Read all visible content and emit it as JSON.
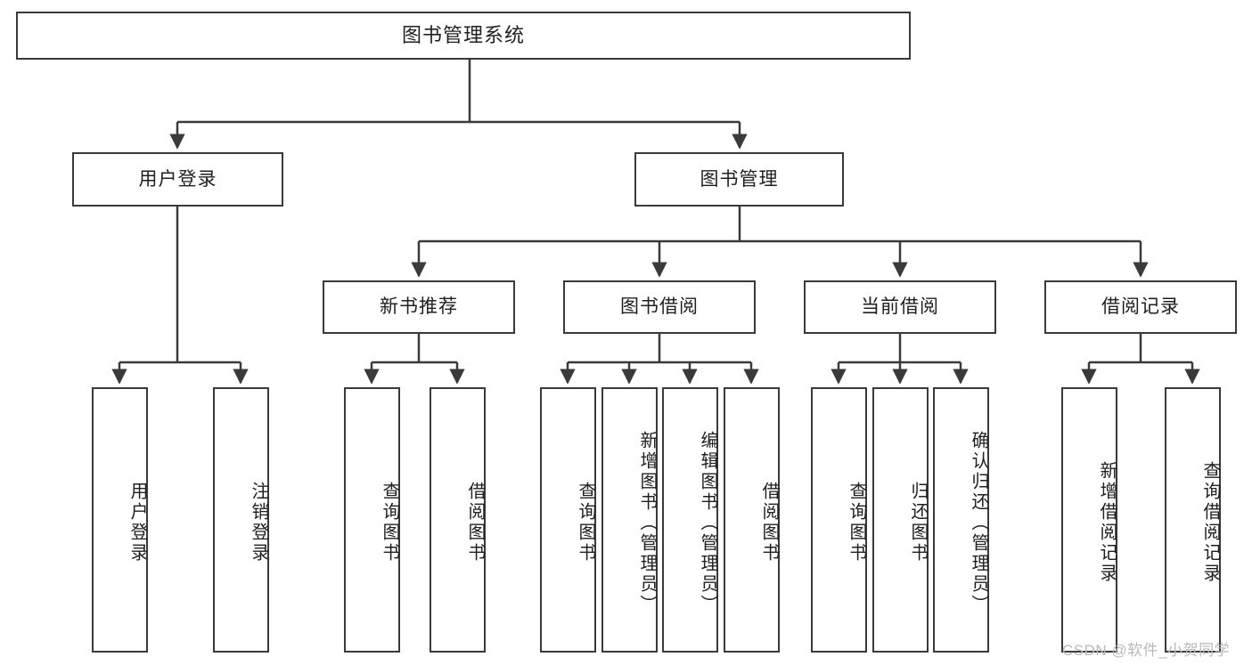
{
  "diagram": {
    "title": "图书管理系统",
    "type": "hierarchy-tree",
    "root": {
      "id": "root",
      "label": "图书管理系统"
    },
    "level2": [
      {
        "id": "user-login",
        "label": "用户登录"
      },
      {
        "id": "book-manage",
        "label": "图书管理"
      }
    ],
    "level3": [
      {
        "id": "new-book-rec",
        "label": "新书推荐",
        "parent": "book-manage"
      },
      {
        "id": "book-borrow",
        "label": "图书借阅",
        "parent": "book-manage"
      },
      {
        "id": "current-borrow",
        "label": "当前借阅",
        "parent": "book-manage"
      },
      {
        "id": "borrow-record",
        "label": "借阅记录",
        "parent": "book-manage"
      }
    ],
    "leaves": [
      {
        "id": "leaf-user-login",
        "label": "用户登录",
        "parent": "user-login"
      },
      {
        "id": "leaf-user-logout",
        "label": "注销登录",
        "parent": "user-login"
      },
      {
        "id": "leaf-query-book-1",
        "label": "查询图书",
        "parent": "new-book-rec"
      },
      {
        "id": "leaf-borrow-book-1",
        "label": "借阅图书",
        "parent": "new-book-rec"
      },
      {
        "id": "leaf-query-book-2",
        "label": "查询图书",
        "parent": "book-borrow"
      },
      {
        "id": "leaf-add-book",
        "label": "新增图书（管理员）",
        "parent": "book-borrow"
      },
      {
        "id": "leaf-edit-book",
        "label": "编辑图书（管理员）",
        "parent": "book-borrow"
      },
      {
        "id": "leaf-borrow-book-2",
        "label": "借阅图书",
        "parent": "book-borrow"
      },
      {
        "id": "leaf-query-book-3",
        "label": "查询图书",
        "parent": "current-borrow"
      },
      {
        "id": "leaf-return-book",
        "label": "归还图书",
        "parent": "current-borrow"
      },
      {
        "id": "leaf-confirm-return",
        "label": "确认归还（管理员）",
        "parent": "current-borrow"
      },
      {
        "id": "leaf-add-record",
        "label": "新增借阅记录",
        "parent": "borrow-record"
      },
      {
        "id": "leaf-query-record",
        "label": "查询借阅记录",
        "parent": "borrow-record"
      }
    ],
    "colors": {
      "stroke": "#3a3a3a",
      "fill": "#ffffff",
      "text": "#202020",
      "watermark": "#b9b9b9"
    }
  },
  "watermark": {
    "text": "CSDN @软件_小贺同学"
  }
}
